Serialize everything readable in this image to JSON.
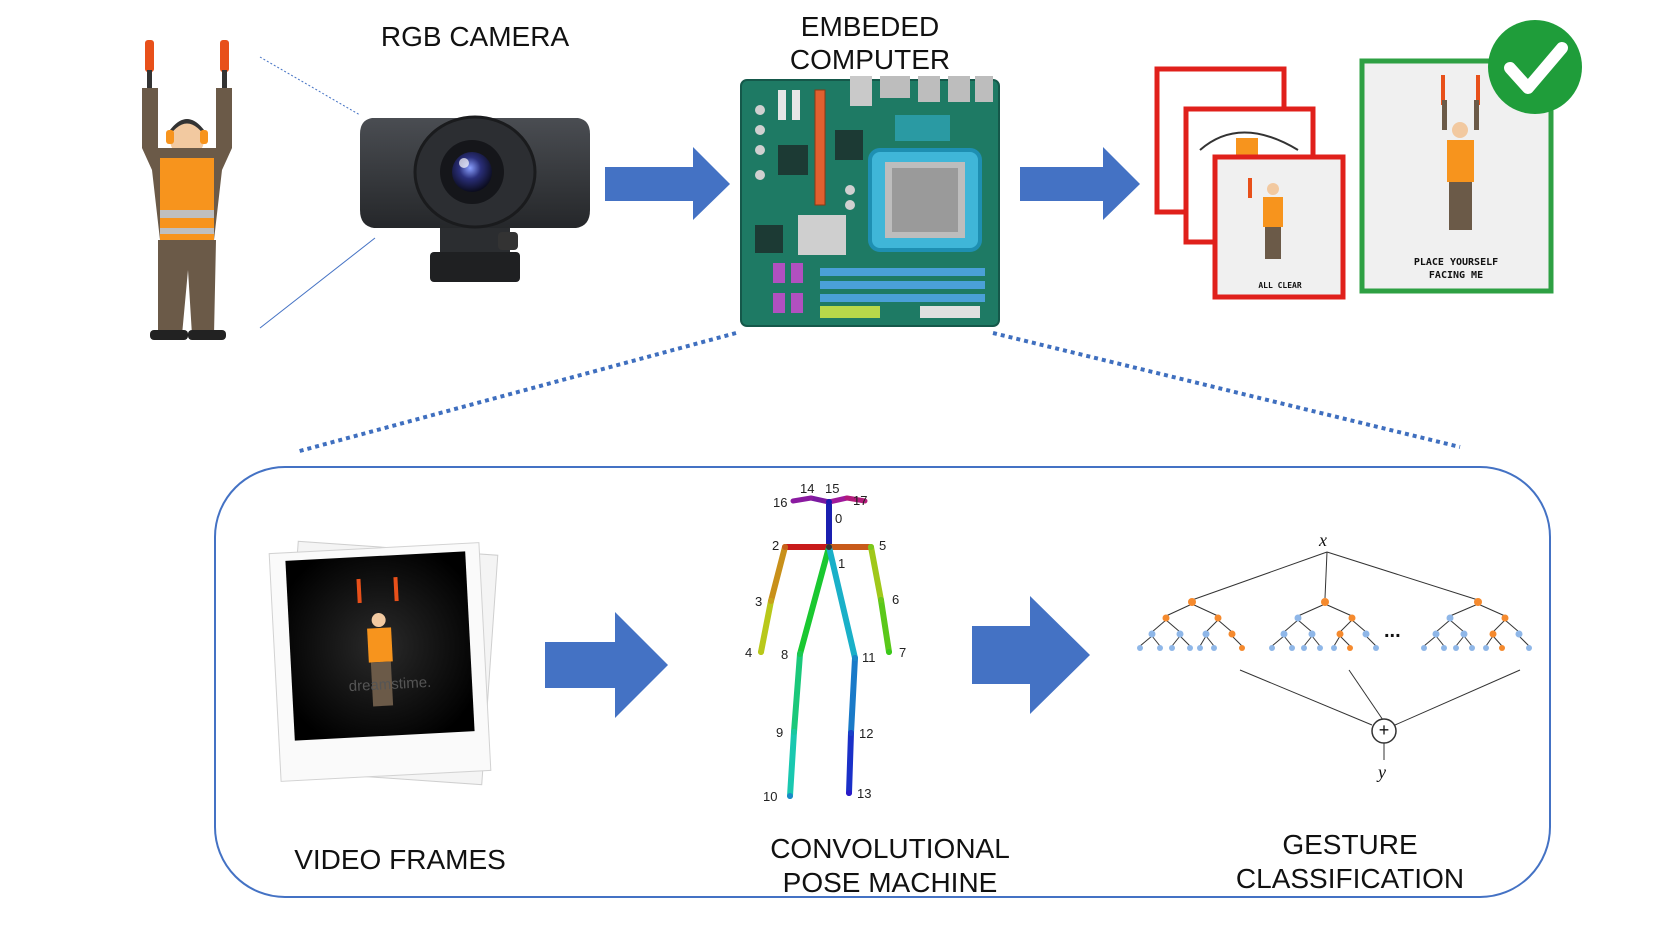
{
  "labels": {
    "rgb_camera": "RGB CAMERA",
    "embedded_computer_line1": "EMBEDED",
    "embedded_computer_line2": "COMPUTER",
    "video_frames": "VIDEO FRAMES",
    "cpm_line1": "CONVOLUTIONAL",
    "cpm_line2": "POSE MACHINE",
    "gesture_line1": "GESTURE",
    "gesture_line2": "CLASSIFICATION"
  },
  "cards": {
    "front_caption": "ALL CLEAR",
    "final_caption_line1": "PLACE YOURSELF",
    "final_caption_line2": "FACING ME"
  },
  "photo_watermark": "dreamstime.",
  "skeleton_keypoints": [
    "0",
    "1",
    "2",
    "3",
    "4",
    "5",
    "6",
    "7",
    "8",
    "9",
    "10",
    "11",
    "12",
    "13",
    "14",
    "15",
    "16",
    "17"
  ],
  "ensemble": {
    "input": "x",
    "output": "y",
    "ellipsis": "...",
    "combine": "+"
  },
  "colors": {
    "arrow": "#4472c4",
    "dotted_line": "#3f6fbf",
    "panel_border": "#4472c4",
    "card_red": "#e0201b",
    "card_green": "#2ea043",
    "check": "#1f9d3a",
    "vest": "#f7941d",
    "pants": "#6b5a48",
    "baton": "#e8501a",
    "pcb": "#1e7a64"
  }
}
